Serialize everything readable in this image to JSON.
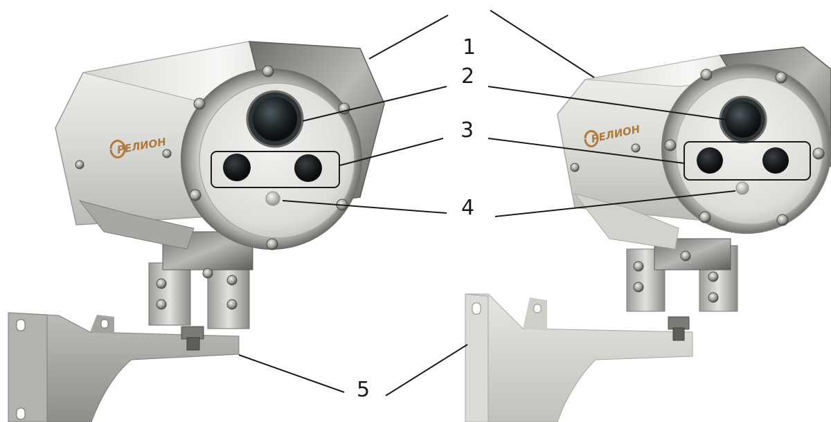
{
  "callouts": [
    {
      "number": "1"
    },
    {
      "number": "2"
    },
    {
      "number": "3"
    },
    {
      "number": "4"
    },
    {
      "number": "5"
    }
  ],
  "brand": {
    "left_logo_text": "РЕЛИОН",
    "right_logo_text": "РЕЛИОН",
    "logo_color": "#b07a3e"
  },
  "colors": {
    "steel_light": "#e8e8e6",
    "steel_mid": "#c9c9c6",
    "steel_dark": "#8e8e8b",
    "bracket_left": "#a9a8a4",
    "bracket_right": "#d6d5d1",
    "lens": "#1e2326",
    "leader_line": "#1a1a1a"
  }
}
